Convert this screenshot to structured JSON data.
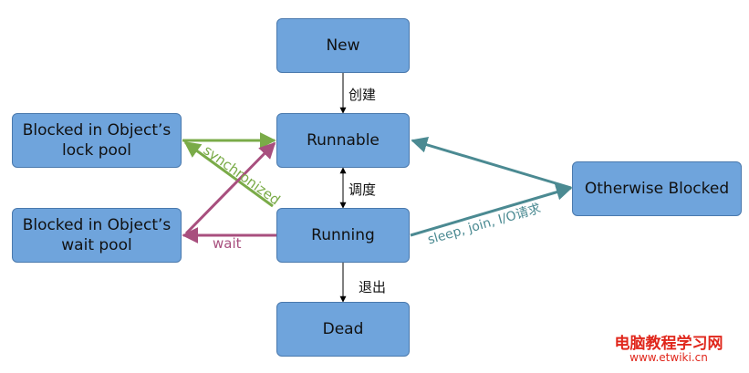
{
  "colors": {
    "node_fill": "#6fa4dc",
    "node_border": "#4a79ad",
    "black_arrow": "#000000",
    "sync_green": "#7aab48",
    "wait_purple": "#a84f7e",
    "teal": "#4b8a92",
    "watermark_red": "#e0261b"
  },
  "nodes": {
    "new": "New",
    "runnable": "Runnable",
    "running": "Running",
    "dead": "Dead",
    "lock_pool": "Blocked in Object’s lock pool",
    "wait_pool": "Blocked in Object’s wait pool",
    "otherwise": "Otherwise Blocked"
  },
  "edges": {
    "create": "创建",
    "schedule": "调度",
    "exit": "退出",
    "synchronized": "synchronized",
    "wait": "wait",
    "sleep": "sleep, join, I/O请求"
  },
  "watermark": {
    "title": "电脑教程学习网",
    "url": "www.etwiki.cn"
  }
}
